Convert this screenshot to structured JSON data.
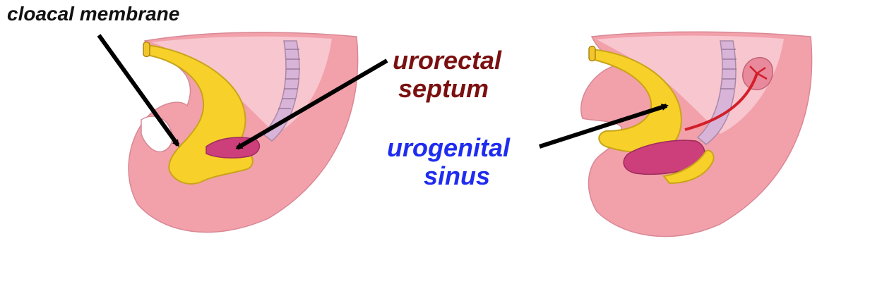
{
  "labels": {
    "cloacal_membrane": "cloacal membrane",
    "urorectal_septum_line1": "urorectal",
    "urorectal_septum_line2": "septum",
    "urogenital_sinus_line1": "urogenital",
    "urogenital_sinus_line2": "sinus"
  },
  "colors": {
    "label_black": "#111111",
    "label_urorectal": "#7a1010",
    "label_urogenital": "#1f2cf0",
    "tissue_pink": "#f2a0aa",
    "tissue_pink_light": "#f8c6ce",
    "tissue_pink_dark": "#e07f8c",
    "yellow_endoderm": "#f7d12a",
    "yellow_outline": "#c9a41a",
    "magenta_sinus": "#cc3f7a",
    "lavender_neural": "#d8b4d8",
    "red_duct": "#d21f2a",
    "arrow_black": "#000000"
  }
}
